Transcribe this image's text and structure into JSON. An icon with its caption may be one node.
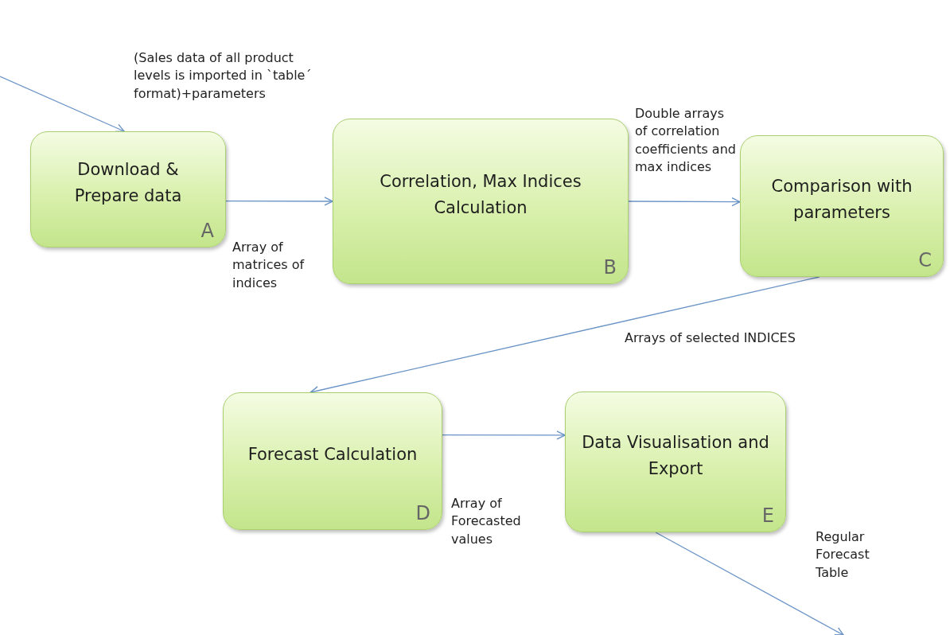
{
  "diagram": {
    "nodes": [
      {
        "text": [
          "Download & Prepare  data",
          "A"
        ]
      },
      {
        "text": [
          "Correlation, Max Indices Calculation",
          "B"
        ]
      },
      {
        "text": [
          "Comparison with parameters",
          "C"
        ]
      },
      {
        "text": [
          "Forecast Calculation",
          "D"
        ]
      },
      {
        "text": [
          "Data Visualisation and Export",
          "E"
        ]
      }
    ],
    "edges": [
      {
        "from": null,
        "to": 0,
        "arrow": "to",
        "label": "(Sales data of all product levels is imported in `table´ format)+parameters"
      },
      {
        "from": 0,
        "to": 1,
        "arrow": "to",
        "label": "Array of matrices of indices"
      },
      {
        "from": 1,
        "to": 2,
        "arrow": "to",
        "label": "Double arrays of correlation coefficients and max indices"
      },
      {
        "from": 2,
        "to": 3,
        "arrow": "to",
        "label": "Arrays of selected INDICES"
      },
      {
        "from": 3,
        "to": 4,
        "arrow": "to",
        "label": "Array of Forecasted values"
      },
      {
        "from": 4,
        "to": null,
        "arrow": "to",
        "label": "Regular Forecast Table"
      }
    ]
  }
}
